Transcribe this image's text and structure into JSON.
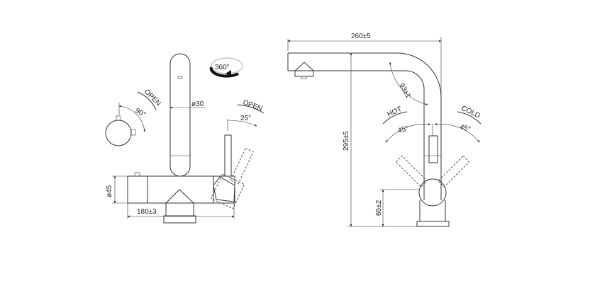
{
  "front_view": {
    "rotation_label": "360°",
    "handle_open_label": "OPEN",
    "handle_angle_label": "90°",
    "spout_diameter_label": "ø30",
    "lever_open_label": "OPEN",
    "lever_angle_label": "25°",
    "body_diameter_label": "ø45",
    "body_width_label": "180±3"
  },
  "side_view": {
    "reach_label": "260±5",
    "height_label": "295±5",
    "spout_angle_label": "93±1",
    "hot_label": "HOT",
    "cold_label": "COLD",
    "hot_angle_label": "45°",
    "cold_angle_label": "45°",
    "lever_height_label": "65±2"
  }
}
